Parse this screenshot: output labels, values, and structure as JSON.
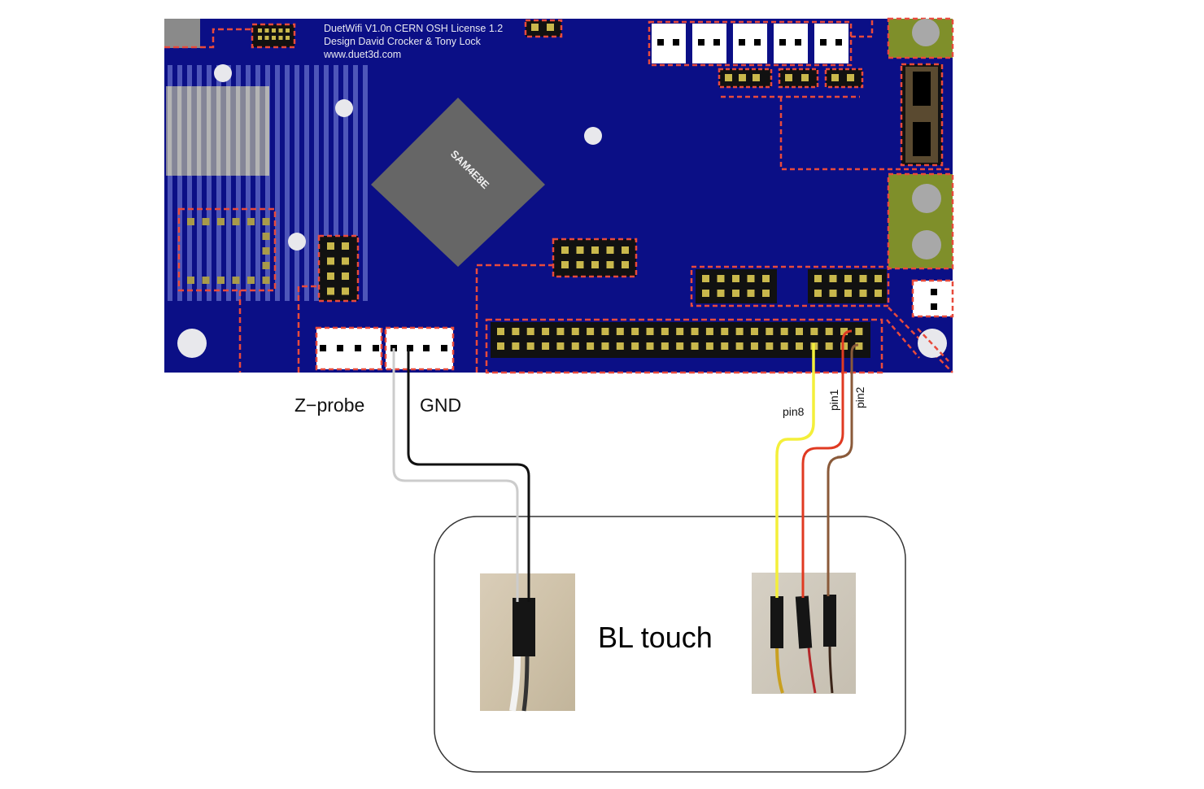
{
  "board": {
    "name": "DuetWifi",
    "silkscreen_lines": [
      "DuetWifi V1.0n CERN OSH License 1.2",
      "Design David Crocker & Tony Lock",
      "www.duet3d.com"
    ],
    "mcu_label": "SAM4E8E",
    "colors": {
      "pcb": "#0b0f86",
      "outline": "#e84a3c",
      "pad": "#c9b84c",
      "chip": "#666666",
      "connector_white": "#ffffff",
      "terminal_green": "#7f8f2a"
    }
  },
  "labels": {
    "z_probe": "Z−probe",
    "gnd": "GND",
    "pin8": "pin8",
    "pin1": "pin1",
    "pin2": "pin2",
    "device": "BL touch"
  },
  "wires": [
    {
      "name": "z-probe-wire",
      "color": "#cccccc",
      "from": "Z-probe connector",
      "to": "BL touch 2-pin plug"
    },
    {
      "name": "gnd-wire",
      "color": "#111111",
      "from": "GND",
      "to": "BL touch 2-pin plug"
    },
    {
      "name": "pin8-wire",
      "color": "#f4ef3a",
      "from": "expansion pin8",
      "to": "BL touch 3-pin plug"
    },
    {
      "name": "pin1-wire",
      "color": "#e03a22",
      "from": "expansion pin1",
      "to": "BL touch 3-pin plug"
    },
    {
      "name": "pin2-wire",
      "color": "#8a5a3a",
      "from": "expansion pin2",
      "to": "BL touch 3-pin plug"
    }
  ],
  "expansion_header": {
    "columns": 25,
    "rows": 2
  }
}
